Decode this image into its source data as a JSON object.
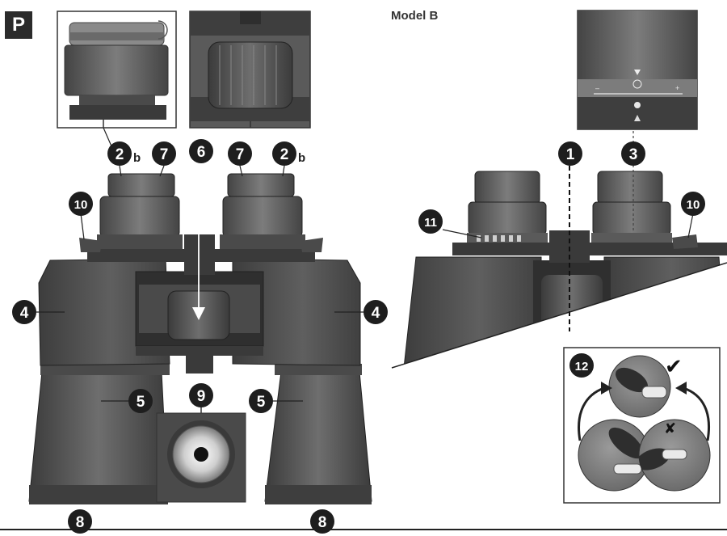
{
  "page_badge": "P",
  "model_title": "Model B",
  "callouts": {
    "c1": "1",
    "c2a": "2",
    "c2a_suffix": "b",
    "c2b": "2",
    "c2b_suffix": "b",
    "c3": "3",
    "c4a": "4",
    "c4b": "4",
    "c5a": "5",
    "c5b": "5",
    "c6": "6",
    "c7a": "7",
    "c7b": "7",
    "c8a": "8",
    "c8b": "8",
    "c9": "9",
    "c10a": "10",
    "c10b": "10",
    "c11": "11",
    "c12": "12"
  },
  "marks": {
    "check": "✔",
    "cross": "✘"
  },
  "colors": {
    "body_dark": "#3a3a3a",
    "body_mid": "#5a5a5a",
    "body_light": "#7a7a7a",
    "callout_fill": "#1e1e1e"
  }
}
